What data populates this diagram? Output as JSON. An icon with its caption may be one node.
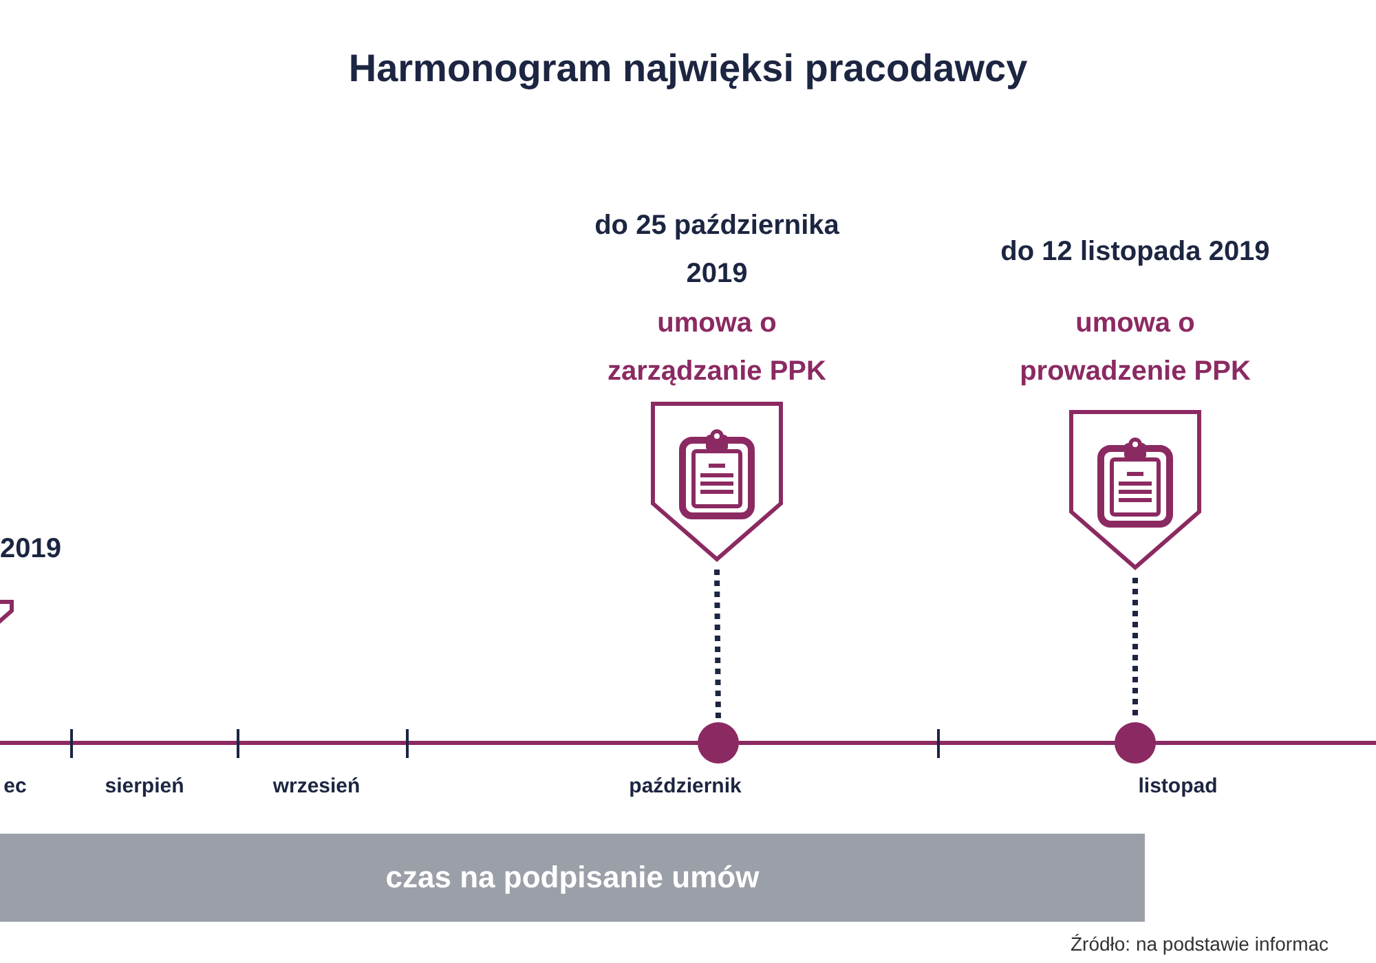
{
  "diagram": {
    "title": "Harmonogram najwięksi pracodawcy",
    "nodes": [
      {
        "text": [],
        "shape": "pentagon",
        "beside": [
          "2019"
        ]
      },
      {
        "text": [],
        "shape": "pentagon",
        "beside": [
          "do 25 października 2019",
          "umowa o zarządzanie PPK"
        ]
      },
      {
        "text": [],
        "shape": "pentagon",
        "beside": [
          "do 12 listopada 2019",
          "umowa o prowadzenie PPK"
        ]
      },
      {
        "text": [],
        "shape": "circle"
      },
      {
        "text": [],
        "shape": "circle"
      },
      {
        "text": [
          "czas na podpisanie umów"
        ]
      }
    ],
    "edges": [
      {
        "from": 1,
        "to": 3,
        "arrow": "none",
        "style": "dashed"
      },
      {
        "from": 2,
        "to": 4,
        "arrow": "none",
        "style": "dashed"
      }
    ],
    "labels": [
      "ec",
      "sierpień",
      "wrzesień",
      "październik",
      "listopad",
      "Źródło: na podstawie informac"
    ]
  }
}
